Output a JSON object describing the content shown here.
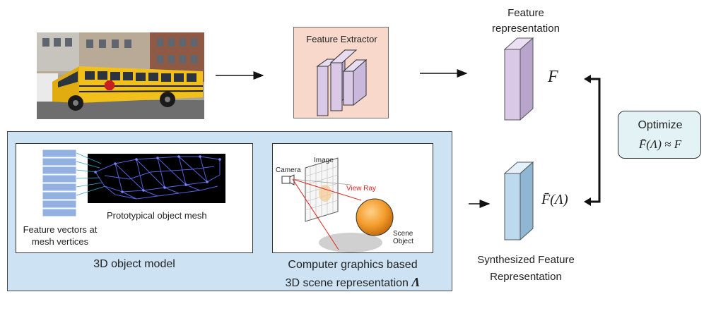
{
  "top": {
    "feature_extractor_label": "Feature Extractor",
    "feature_representation_label": "Feature\nrepresentation",
    "feature_symbol": "F"
  },
  "bottom": {
    "mesh_label": "Prototypical object mesh",
    "feature_vectors_label": "Feature vectors at\nmesh vertices",
    "model_caption": "3D object model",
    "camera_label": "Camera",
    "image_label": "Image",
    "view_ray_label": "View Ray",
    "scene_object_label": "Scene Object",
    "graphics_caption_line1": "Computer graphics based",
    "graphics_caption_line2": "3D scene representation",
    "lambda_symbol": "Λ",
    "synth_symbol": "F̄(Λ)",
    "synth_label": "Synthesized Feature\nRepresentation"
  },
  "optimize": {
    "title": "Optimize",
    "formula": "F̄(Λ) ≈ F"
  },
  "colors": {
    "fe_box": "#f8d8cb",
    "prism_purple": "#d9c9e6",
    "prism_blue": "#bcd9ee",
    "panel_blue": "#cde3f4",
    "optimize_box": "#e3f3f5",
    "view_ray": "#e0201c",
    "sphere_orange": "#f39c2b"
  }
}
